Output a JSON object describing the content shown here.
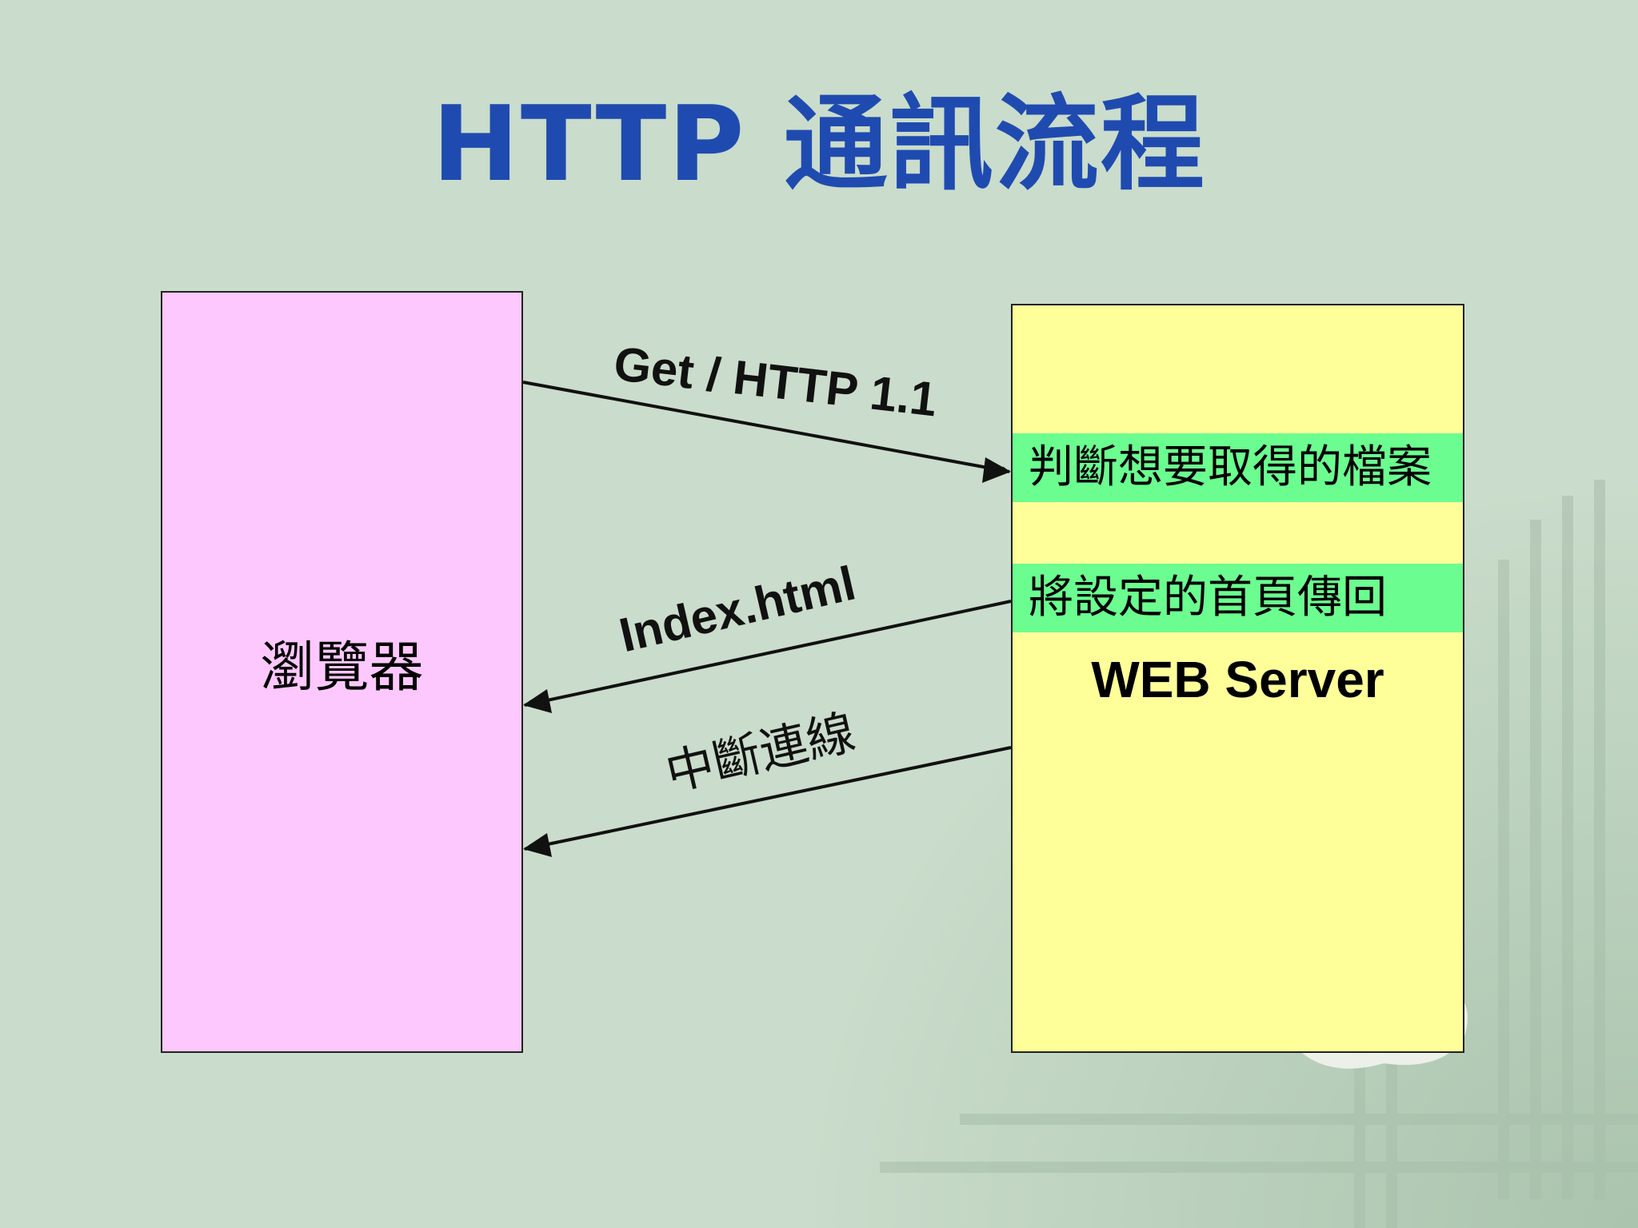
{
  "slide": {
    "title": "HTTP 通訊流程"
  },
  "browser": {
    "label": "瀏覽器",
    "color": "#fdc8fd"
  },
  "server": {
    "label": "WEB Server",
    "color": "#ffff9a",
    "steps": [
      {
        "text": "判斷想要取得的檔案",
        "color": "#6bfd8f"
      },
      {
        "text": "將設定的首頁傳回",
        "color": "#6bfd8f"
      }
    ]
  },
  "messages": {
    "request": "Get / HTTP 1.1",
    "response": "Index.html",
    "close": "中斷連線"
  },
  "colors": {
    "title": "#1f4bb0",
    "background": "#cadccb"
  }
}
